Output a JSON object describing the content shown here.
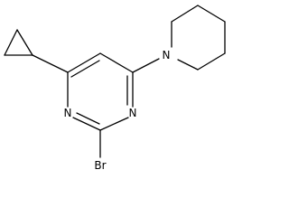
{
  "structure": {
    "atoms": {
      "n_pip": "N",
      "n3": "N",
      "n1": "N",
      "br": "Br"
    }
  }
}
